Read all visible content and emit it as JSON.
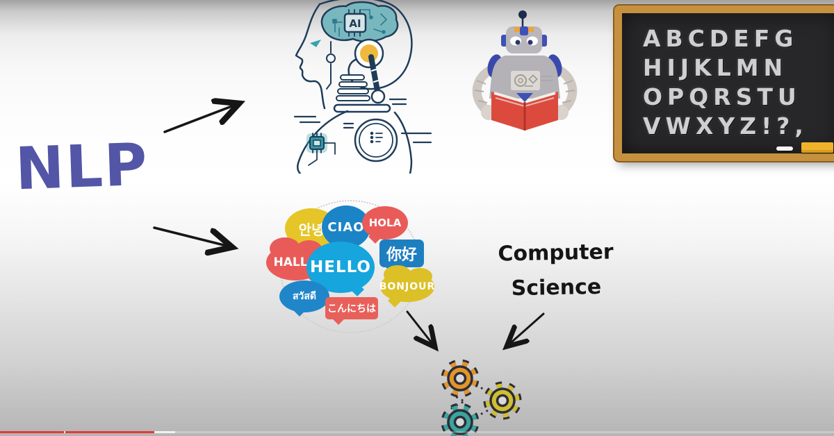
{
  "title": {
    "text": "NLP"
  },
  "head_illustration": {
    "chip_label": "AI"
  },
  "chalkboard": {
    "rows": [
      "ABCDEFG",
      "HIJKLMN",
      "OPQRSTU",
      "VWXYZ!?,"
    ]
  },
  "bubbles": [
    {
      "id": "korean",
      "label": "안녕"
    },
    {
      "id": "italian",
      "label": "CIAO"
    },
    {
      "id": "spanish",
      "label": "HOLA"
    },
    {
      "id": "german",
      "label": "HALLO"
    },
    {
      "id": "english",
      "label": "HELLO"
    },
    {
      "id": "chinese",
      "label": "你好"
    },
    {
      "id": "thai",
      "label": "สวัสดี"
    },
    {
      "id": "japanese",
      "label": "こんにちは"
    },
    {
      "id": "french",
      "label": "BONJOUR"
    }
  ],
  "computer_science": {
    "line1": "Computer",
    "line2": "Science"
  },
  "colors": {
    "nlp_text": "#5355a6",
    "arrow": "#161616",
    "board_frame": "#c6913f",
    "board_surface": "#27272a",
    "chalk_text": "#cfcfcf",
    "eraser": "#f0b42c",
    "bubble_yellow": "#e5c527",
    "bubble_blue": "#1b84c6",
    "bubble_light_blue": "#16a5dd",
    "bubble_red": "#e95b59",
    "gear_orange": "#e2952b",
    "gear_yellow": "#cfbe31",
    "gear_teal": "#3aa49e",
    "book_red": "#dc4a3e",
    "robot_blue": "#3f51b5",
    "progress_red": "#e53935"
  },
  "player": {
    "progress_percent": 18.5
  }
}
